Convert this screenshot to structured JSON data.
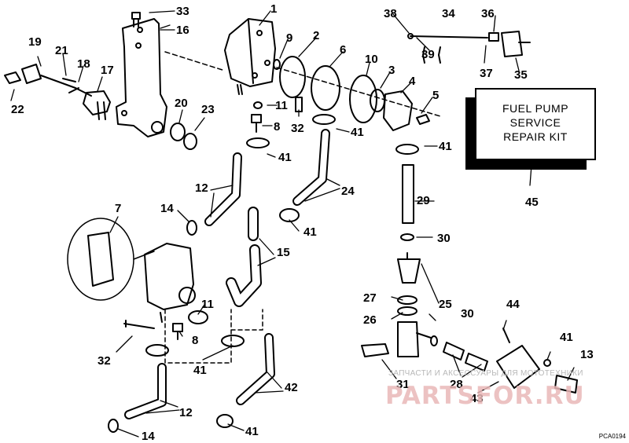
{
  "callouts": {
    "c1": "1",
    "c2": "2",
    "c3": "3",
    "c4": "4",
    "c5": "5",
    "c6": "6",
    "c7": "7",
    "c8a": "8",
    "c8b": "8",
    "c9": "9",
    "c10": "10",
    "c11a": "11",
    "c11b": "11",
    "c12a": "12",
    "c12b": "12",
    "c13": "13",
    "c14a": "14",
    "c14b": "14",
    "c15": "15",
    "c16": "16",
    "c17": "17",
    "c18": "18",
    "c19": "19",
    "c20": "20",
    "c21": "21",
    "c22": "22",
    "c23": "23",
    "c24": "24",
    "c25": "25",
    "c26": "26",
    "c27": "27",
    "c28": "28",
    "c29": "29",
    "c30a": "30",
    "c30b": "30",
    "c31": "31",
    "c32a": "32",
    "c32b": "32",
    "c33": "33",
    "c34": "34",
    "c35": "35",
    "c36": "36",
    "c37": "37",
    "c38": "38",
    "c39": "39",
    "c41a": "41",
    "c41b": "41",
    "c41c": "41",
    "c41d": "41",
    "c41e": "41",
    "c41f": "41",
    "c41g": "41",
    "c42": "42",
    "c43": "43",
    "c44": "44",
    "c45": "45"
  },
  "kit_label": {
    "line1": "FUEL PUMP",
    "line2": "SERVICE",
    "line3": "REPAIR KIT"
  },
  "watermark": {
    "small": "ЗАПЧАСТИ И АКСЕССУАРЫ ДЛЯ МОТОТЕХНИКИ",
    "large": "PARTSFOR.RU"
  },
  "diagram_code": "PCA0194"
}
